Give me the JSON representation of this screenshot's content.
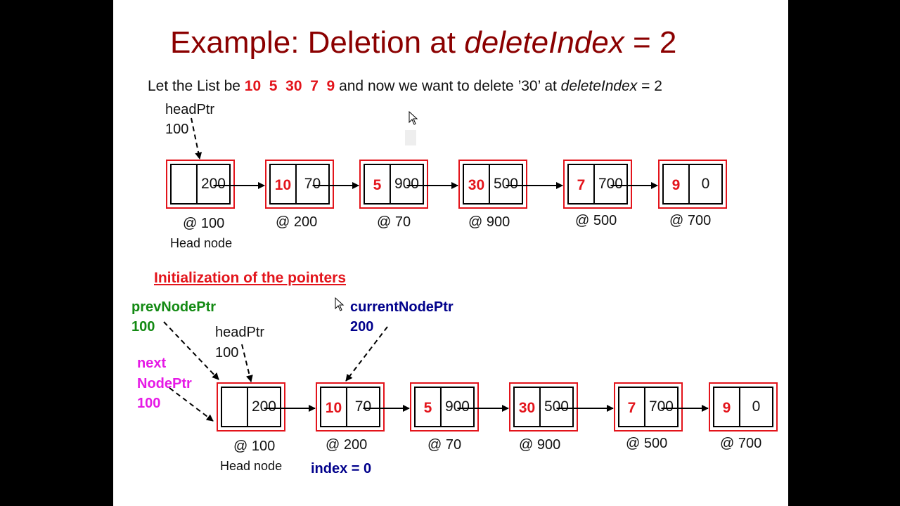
{
  "slide": {
    "title_main": "Example: Deletion at ",
    "title_italic": "deleteIndex",
    "title_end": " = 2",
    "sub_pre": "Let the List be ",
    "sub_values": [
      "10",
      "5",
      "30",
      "7",
      "9"
    ],
    "sub_mid": " and now we want to delete ’30’ at ",
    "sub_italic": "deleteIndex",
    "sub_end": " = 2"
  },
  "top": {
    "head_ptr_label": "headPtr",
    "head_ptr_value": "100",
    "nodes": [
      {
        "data": "",
        "next": "200",
        "addr": "@ 100"
      },
      {
        "data": "10",
        "next": "70",
        "addr": "@ 200"
      },
      {
        "data": "5",
        "next": "900",
        "addr": "@ 70"
      },
      {
        "data": "30",
        "next": "500",
        "addr": "@ 900"
      },
      {
        "data": "7",
        "next": "700",
        "addr": "@ 500"
      },
      {
        "data": "9",
        "next": "0",
        "addr": "@ 700"
      }
    ],
    "head_node_label": "Head node"
  },
  "bottom": {
    "section_title": "Initialization of the pointers",
    "prev_label": "prevNodePtr",
    "prev_value": "100",
    "head_ptr_label": "headPtr",
    "head_ptr_value": "100",
    "next_label_1": "next",
    "next_label_2": "NodePtr",
    "next_value": "100",
    "current_label": "currentNodePtr",
    "current_value": "200",
    "nodes": [
      {
        "data": "",
        "next": "200",
        "addr": "@ 100"
      },
      {
        "data": "10",
        "next": "70",
        "addr": "@ 200"
      },
      {
        "data": "5",
        "next": "900",
        "addr": "@ 70"
      },
      {
        "data": "30",
        "next": "500",
        "addr": "@ 900"
      },
      {
        "data": "7",
        "next": "700",
        "addr": "@ 500"
      },
      {
        "data": "9",
        "next": "0",
        "addr": "@ 700"
      }
    ],
    "head_node_label": "Head node",
    "index_label": "index = 0"
  },
  "colors": {
    "title": "#8b0000",
    "node_border": "#e3141b",
    "data_text": "#e3141b",
    "prev": "#138a13",
    "current": "#00008b",
    "next": "#e619e6"
  },
  "icons": [
    "mouse-cursor-icon"
  ]
}
